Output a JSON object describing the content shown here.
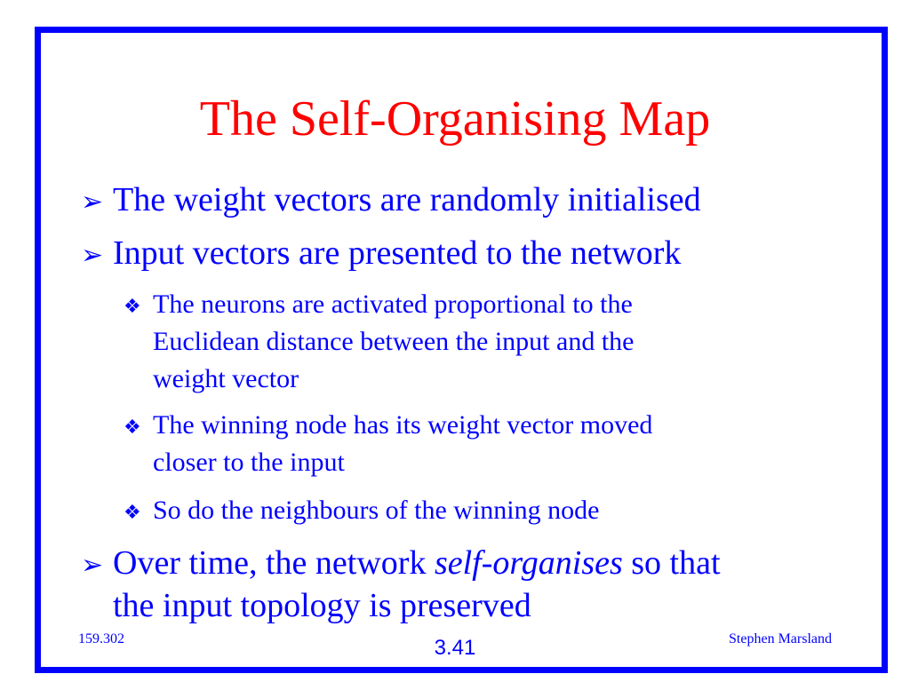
{
  "slide": {
    "title": "The Self-Organising Map",
    "bullets": [
      {
        "marker": "➢",
        "text": "The weight vectors are randomly initialised"
      },
      {
        "marker": "➢",
        "text": "Input vectors are presented to the network"
      }
    ],
    "sub_bullets": [
      {
        "marker": "❖",
        "lines": [
          "The neurons are activated proportional to the",
          "Euclidean distance between the input and the",
          "weight vector"
        ]
      },
      {
        "marker": "❖",
        "lines": [
          "The winning node has its weight vector moved",
          "closer to the input"
        ]
      },
      {
        "marker": "❖",
        "lines": [
          "So do the neighbours of the winning node"
        ]
      }
    ],
    "last_bullet": {
      "marker": "➢",
      "text_before": "Over time, the network ",
      "text_italic": "self-organises",
      "text_after": " so that",
      "continuation": "the input topology is preserved"
    }
  },
  "footer": {
    "course": "159.302",
    "slide_number": "3.41",
    "author": "Stephen Marsland"
  },
  "colors": {
    "title": "#ff0000",
    "body_text": "#0000ff",
    "frame": "#0000ff",
    "background": "#ffffff"
  }
}
